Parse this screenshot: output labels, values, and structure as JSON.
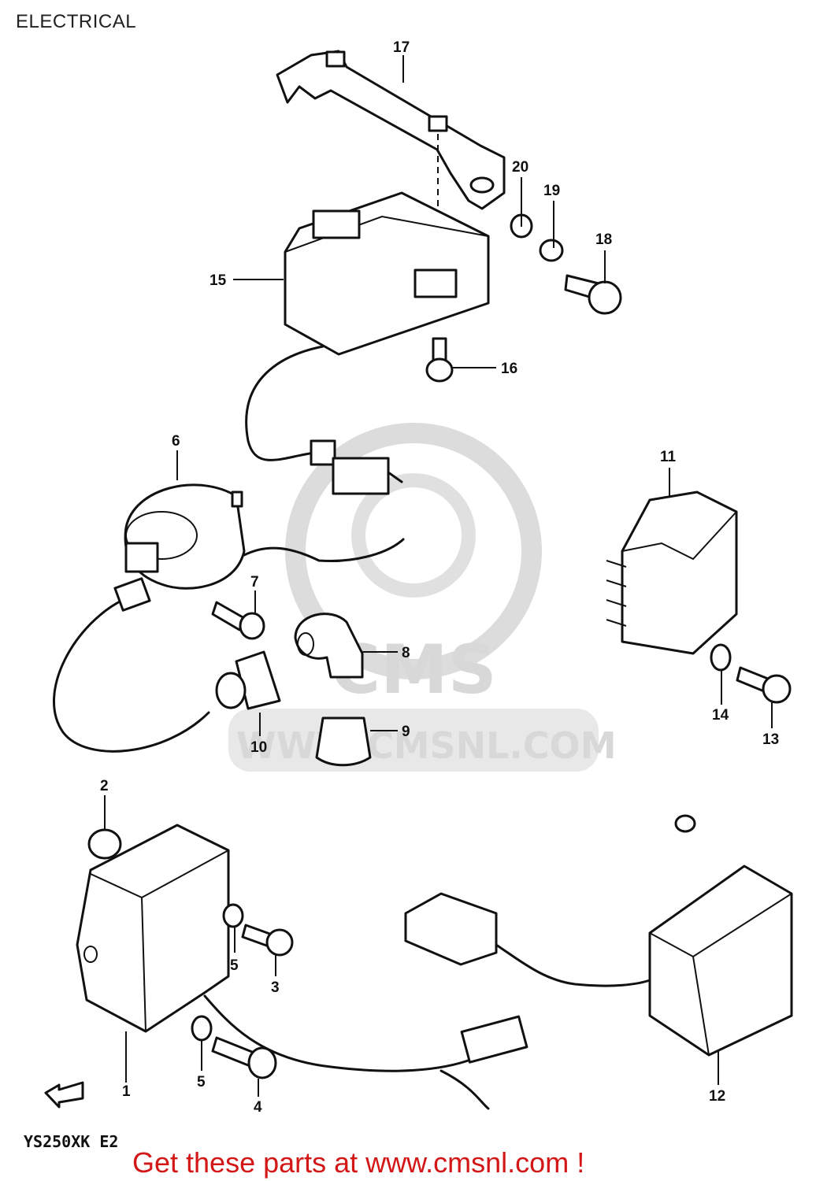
{
  "page": {
    "title": "ELECTRICAL"
  },
  "diagram": {
    "model_code": "YS250XK E2",
    "watermark": {
      "logo": "CMS",
      "url": "WWW.CMSNL.COM"
    },
    "callouts": [
      "1",
      "2",
      "3",
      "4",
      "5",
      "5",
      "6",
      "7",
      "8",
      "9",
      "10",
      "11",
      "12",
      "13",
      "14",
      "15",
      "16",
      "17",
      "18",
      "19",
      "20"
    ]
  },
  "footer": {
    "text": "Get these parts at www.cmsnl.com !"
  }
}
